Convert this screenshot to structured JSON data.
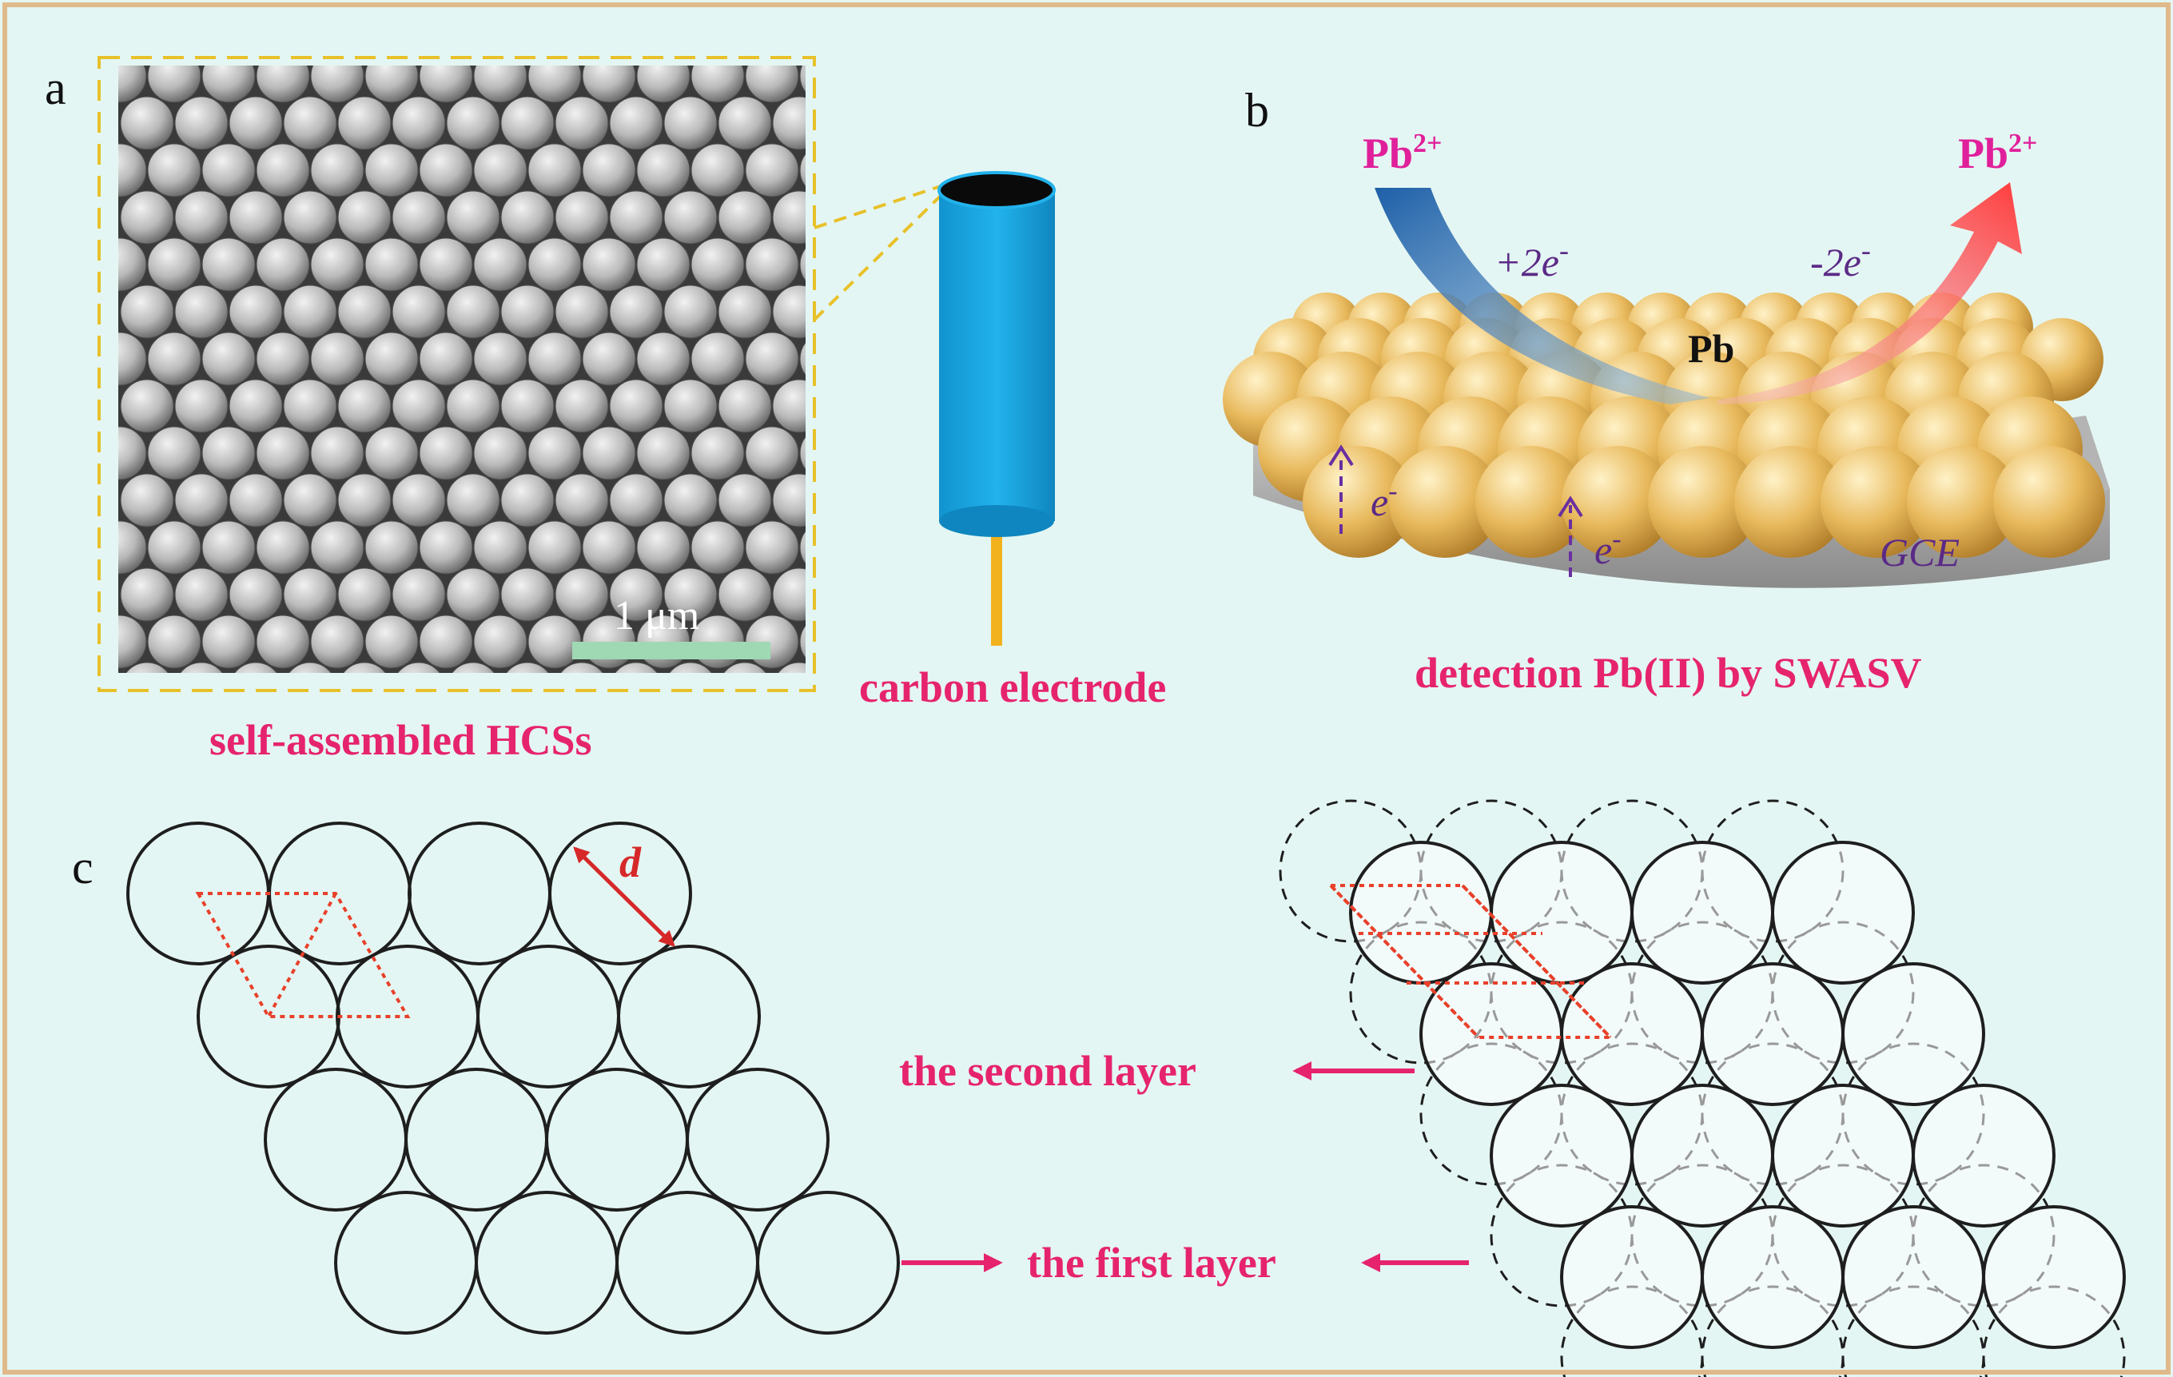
{
  "panel_letters": {
    "a": "a",
    "b": "b",
    "c": "c"
  },
  "panel_a": {
    "scale_bar_label": "1 μm",
    "image_caption": "self-assembled HCSs",
    "electrode_caption": "carbon  electrode"
  },
  "panel_b": {
    "ion_left": "Pb",
    "ion_left_charge": "2+",
    "ion_right": "Pb",
    "ion_right_charge": "2+",
    "reduction_label": "+2e",
    "reduction_sign": "-",
    "oxidation_label": "-2e",
    "oxidation_sign": "-",
    "deposit_label": "Pb",
    "electron_label_1": "e",
    "electron_label_1_sign": "-",
    "electron_label_2": "e",
    "electron_label_2_sign": "-",
    "electrode_label": "GCE",
    "caption": "detection Pb(II) by SWASV"
  },
  "panel_c": {
    "spacing_symbol": "d",
    "second_layer_label": "the second layer",
    "first_layer_label": "the first layer"
  },
  "colors": {
    "background": "#e4f6f3",
    "border": "#e0b98a",
    "label_pink": "#e6246e",
    "ion_magenta": "#e0209a",
    "electron_purple": "#5b2a86",
    "electrode_blue": "#19a6e0",
    "lead_wire": "#f2b21e",
    "sphere_gold": "#e8b95c",
    "gce_gray": "#9c9c9c",
    "dash_yellow": "#e8c12a",
    "cell_red": "#e8402a"
  }
}
